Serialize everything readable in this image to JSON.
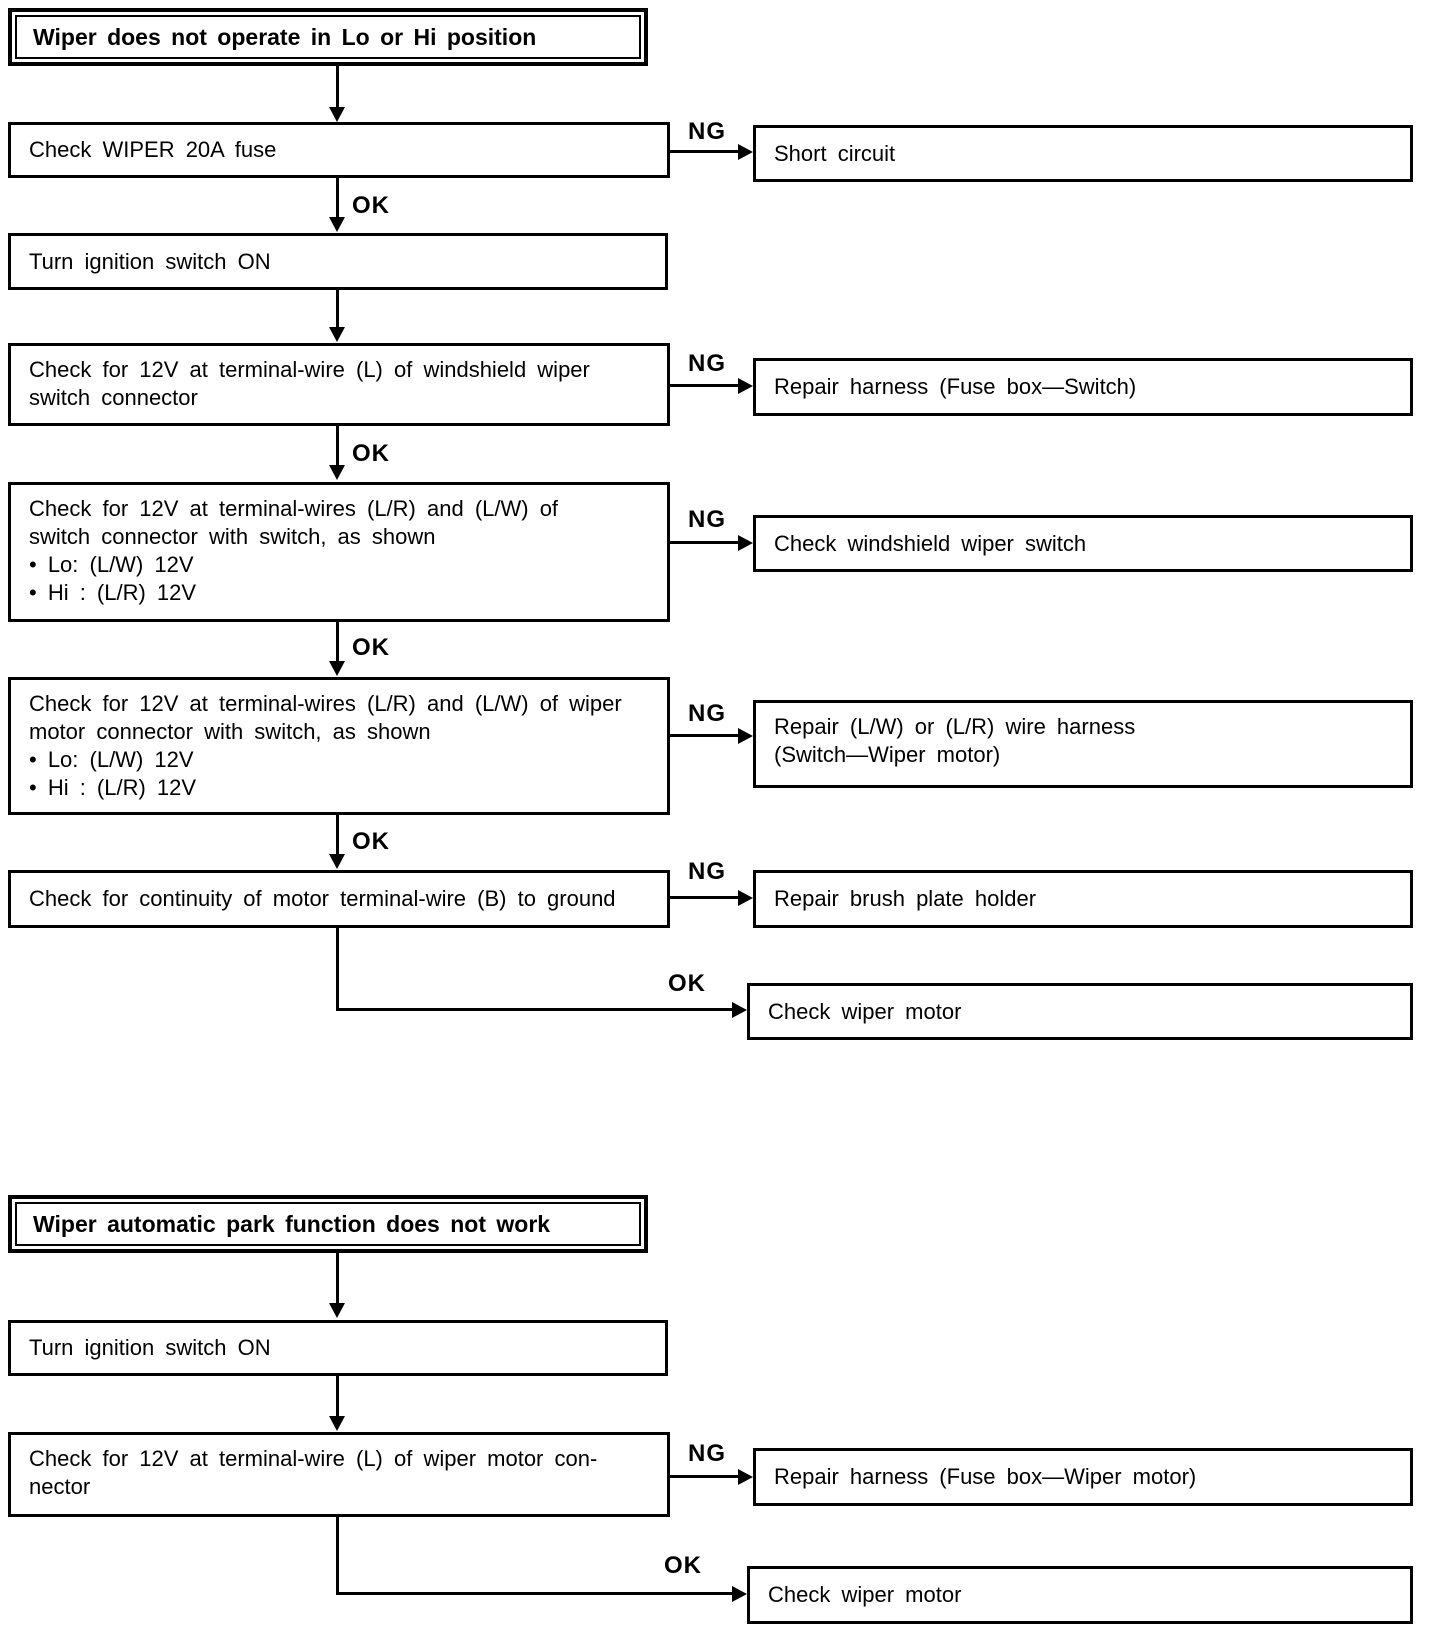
{
  "labels": {
    "ng": "NG",
    "ok": "OK"
  },
  "s1": {
    "title": "Wiper does not operate in Lo or Hi position",
    "nodes": {
      "check_fuse": {
        "text": "Check WIPER 20A fuse"
      },
      "short_circuit": {
        "text": "Short circuit"
      },
      "turn_ignition": {
        "text": "Turn ignition switch ON"
      },
      "check_12v_wiper_switch": {
        "lines": [
          "Check for 12V at terminal-wire (L) of windshield wiper",
          "switch connector"
        ]
      },
      "repair_harness_fuse_switch": {
        "text": "Repair harness (Fuse box—Switch)"
      },
      "check_12v_switch_connector": {
        "lines": [
          "Check for 12V at terminal-wires (L/R) and (L/W) of",
          "switch connector with switch, as shown",
          "• Lo: (L/W) 12V",
          "• Hi : (L/R) 12V"
        ]
      },
      "check_windshield_wiper_switch": {
        "text": "Check windshield wiper switch"
      },
      "check_12v_motor_connector": {
        "lines": [
          "Check for 12V at terminal-wires (L/R) and (L/W) of wiper",
          "motor connector with switch, as shown",
          "• Lo: (L/W) 12V",
          "• Hi : (L/R) 12V"
        ]
      },
      "repair_wire_harness": {
        "lines": [
          "Repair (L/W) or (L/R) wire harness",
          "(Switch—Wiper motor)"
        ]
      },
      "check_continuity": {
        "text": "Check for continuity of motor terminal-wire (B) to ground"
      },
      "repair_brush_plate": {
        "text": "Repair brush plate holder"
      },
      "check_wiper_motor": {
        "text": "Check wiper motor"
      }
    }
  },
  "s2": {
    "title": "Wiper automatic park function does not work",
    "nodes": {
      "turn_ignition": {
        "text": "Turn ignition switch ON"
      },
      "check_12v_wiper_motor": {
        "lines": [
          "Check for 12V at terminal-wire (L) of wiper motor con-",
          "nector"
        ]
      },
      "repair_harness_fuse_motor": {
        "text": "Repair harness (Fuse box—Wiper motor)"
      },
      "check_wiper_motor": {
        "text": "Check wiper motor"
      }
    }
  }
}
